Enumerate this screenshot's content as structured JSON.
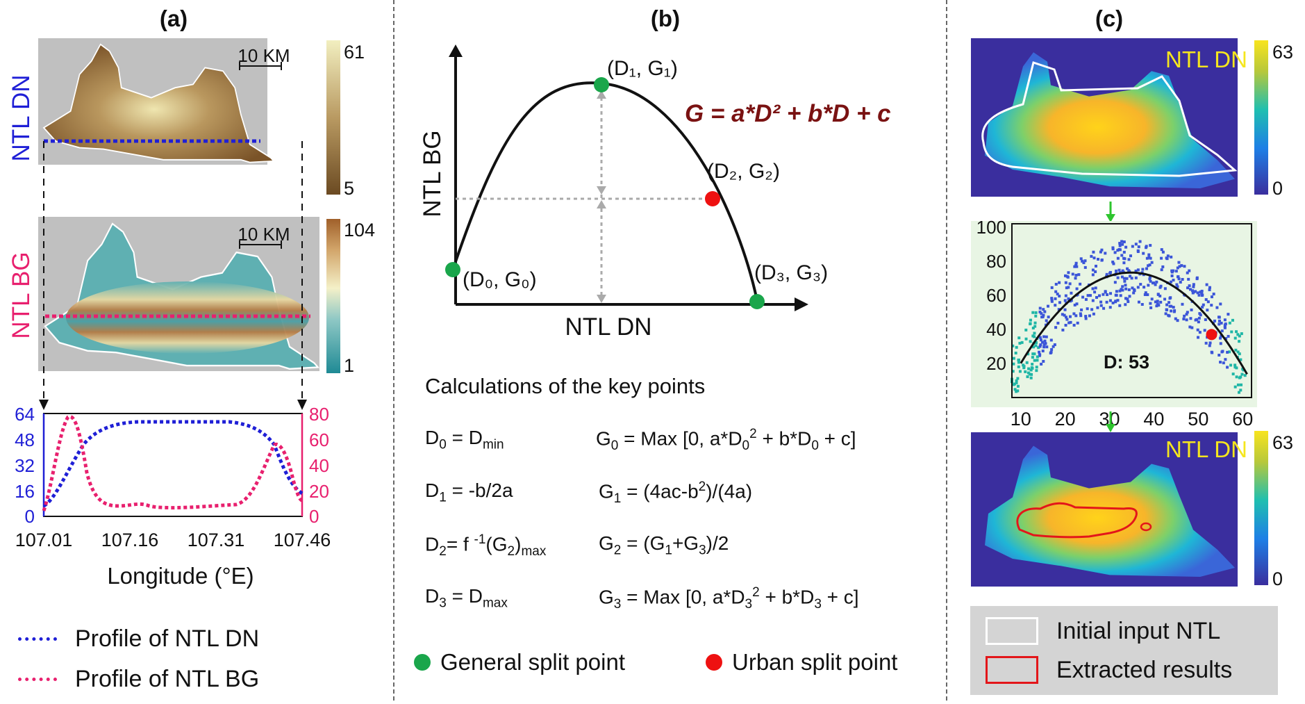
{
  "panels": {
    "a": {
      "label": "(a)",
      "map_dn": {
        "ylabel": "NTL DN",
        "scalebar": "10 KM",
        "cbar_max": "61",
        "cbar_min": "5"
      },
      "map_bg": {
        "ylabel": "NTL BG",
        "scalebar": "10 KM",
        "cbar_max": "104",
        "cbar_min": "1"
      },
      "profile": {
        "left_ticks": [
          "64",
          "48",
          "32",
          "16",
          "0"
        ],
        "right_ticks": [
          "80",
          "60",
          "40",
          "20",
          "0"
        ],
        "x_ticks": [
          "107.01",
          "107.16",
          "107.31",
          "107.46"
        ],
        "xlabel": "Longitude (°E)"
      },
      "legend": {
        "dn": "Profile of NTL DN",
        "bg": "Profile of NTL BG"
      }
    },
    "b": {
      "label": "(b)",
      "curve": {
        "equation": "G = a*D² + b*D + c",
        "ylabel": "NTL BG",
        "xlabel": "NTL DN",
        "p0": "(D₀, G₀)",
        "p1": "(D₁, G₁)",
        "p2": "(D₂, G₂)",
        "p3": "(D₃, G₃)"
      },
      "calc_title": "Calculations of the key points",
      "legend": {
        "general": "General split point",
        "urban": "Urban split point"
      }
    },
    "c": {
      "label": "(c)",
      "map_top": {
        "title": "NTL DN",
        "cbar_max": "63",
        "cbar_min": "0"
      },
      "scatter": {
        "annotation": "D: 53",
        "y_ticks": [
          "100",
          "80",
          "60",
          "40",
          "20"
        ],
        "x_ticks": [
          "10",
          "20",
          "30",
          "40",
          "50",
          "60"
        ]
      },
      "map_bottom": {
        "title": "NTL DN",
        "cbar_max": "63",
        "cbar_min": "0"
      },
      "legend": {
        "initial": "Initial input NTL",
        "extracted": "Extracted results"
      }
    }
  },
  "colors": {
    "general_point": "#1aa64b",
    "urban_point": "#ee1111",
    "dn_profile": "#1f1fd6",
    "bg_profile": "#e8206e",
    "equation": "#7a1212"
  },
  "chart_data": {
    "type": "scatter",
    "annotation": "D: 53",
    "xlim": [
      8,
      62
    ],
    "ylim": [
      0,
      102
    ],
    "fit_curve": {
      "a": -0.0867,
      "b": 6.03,
      "c": -31.5
    },
    "split_point": {
      "x": 53,
      "y": 37
    }
  }
}
